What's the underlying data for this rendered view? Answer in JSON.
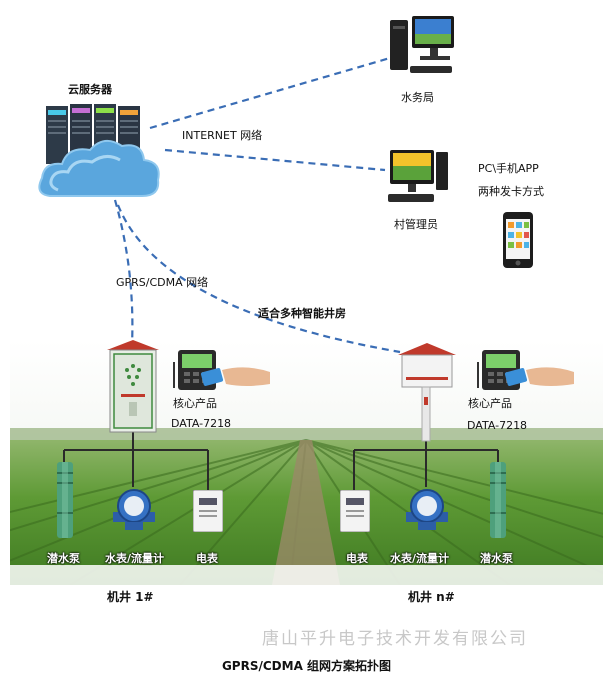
{
  "nodes": {
    "cloud_server": "云服务器",
    "water_bureau": "水务局",
    "village_admin": "村管理员",
    "pc_app": "PC\\手机APP",
    "card_methods": "两种发卡方式",
    "well_1": "机井 1#",
    "well_n": "机井 n#"
  },
  "links": {
    "internet": "INTERNET 网络",
    "gprs": "GPRS/CDMA 网络",
    "smart_well": "适合多种智能井房"
  },
  "core_product": {
    "left_line1": "核心产品",
    "left_line2": "DATA-7218",
    "right_line1": "核心产品",
    "right_line2": "DATA-7218"
  },
  "devices": {
    "left": [
      "潜水泵",
      "水表/流量计",
      "电表"
    ],
    "right": [
      "电表",
      "水表/流量计",
      "潜水泵"
    ]
  },
  "watermark": "唐山平升电子技术开发有限公司",
  "diagram_title": "GPRS/CDMA 组网方案拓扑图",
  "colors": {
    "dash_line": "#3a6db5",
    "tree_line": "#2a2a2a",
    "sky": "#f4f6f2",
    "field_green": "#4f8a2c"
  }
}
